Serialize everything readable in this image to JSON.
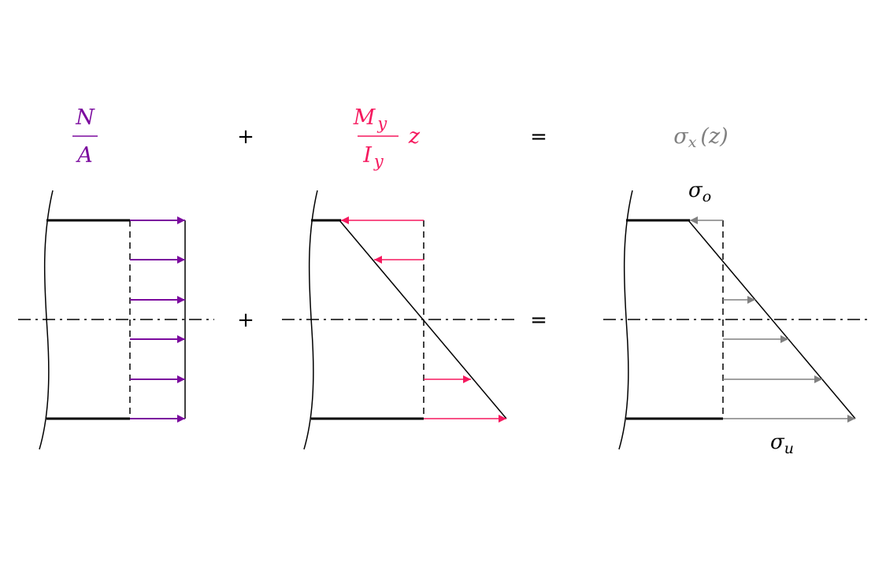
{
  "colors": {
    "axial": "#7B0A9E",
    "bending": "#F5195E",
    "result": "#808080",
    "line": "#000000",
    "background": "#ffffff"
  },
  "formula": {
    "axial": {
      "numerator": "N",
      "denominator": "A"
    },
    "plus": "+",
    "bending": {
      "numerator_letter": "M",
      "numerator_sub": "y",
      "denominator_letter": "I",
      "denominator_sub": "y",
      "factor": "z"
    },
    "equals": "=",
    "result": {
      "sigma": "σ",
      "sub": "x",
      "arg": "(z)"
    }
  },
  "axis_ops": {
    "plus": "+",
    "equals": "="
  },
  "result_labels": {
    "top": {
      "sigma": "σ",
      "sub": "o"
    },
    "bottom": {
      "sigma": "σ",
      "sub": "u"
    }
  }
}
